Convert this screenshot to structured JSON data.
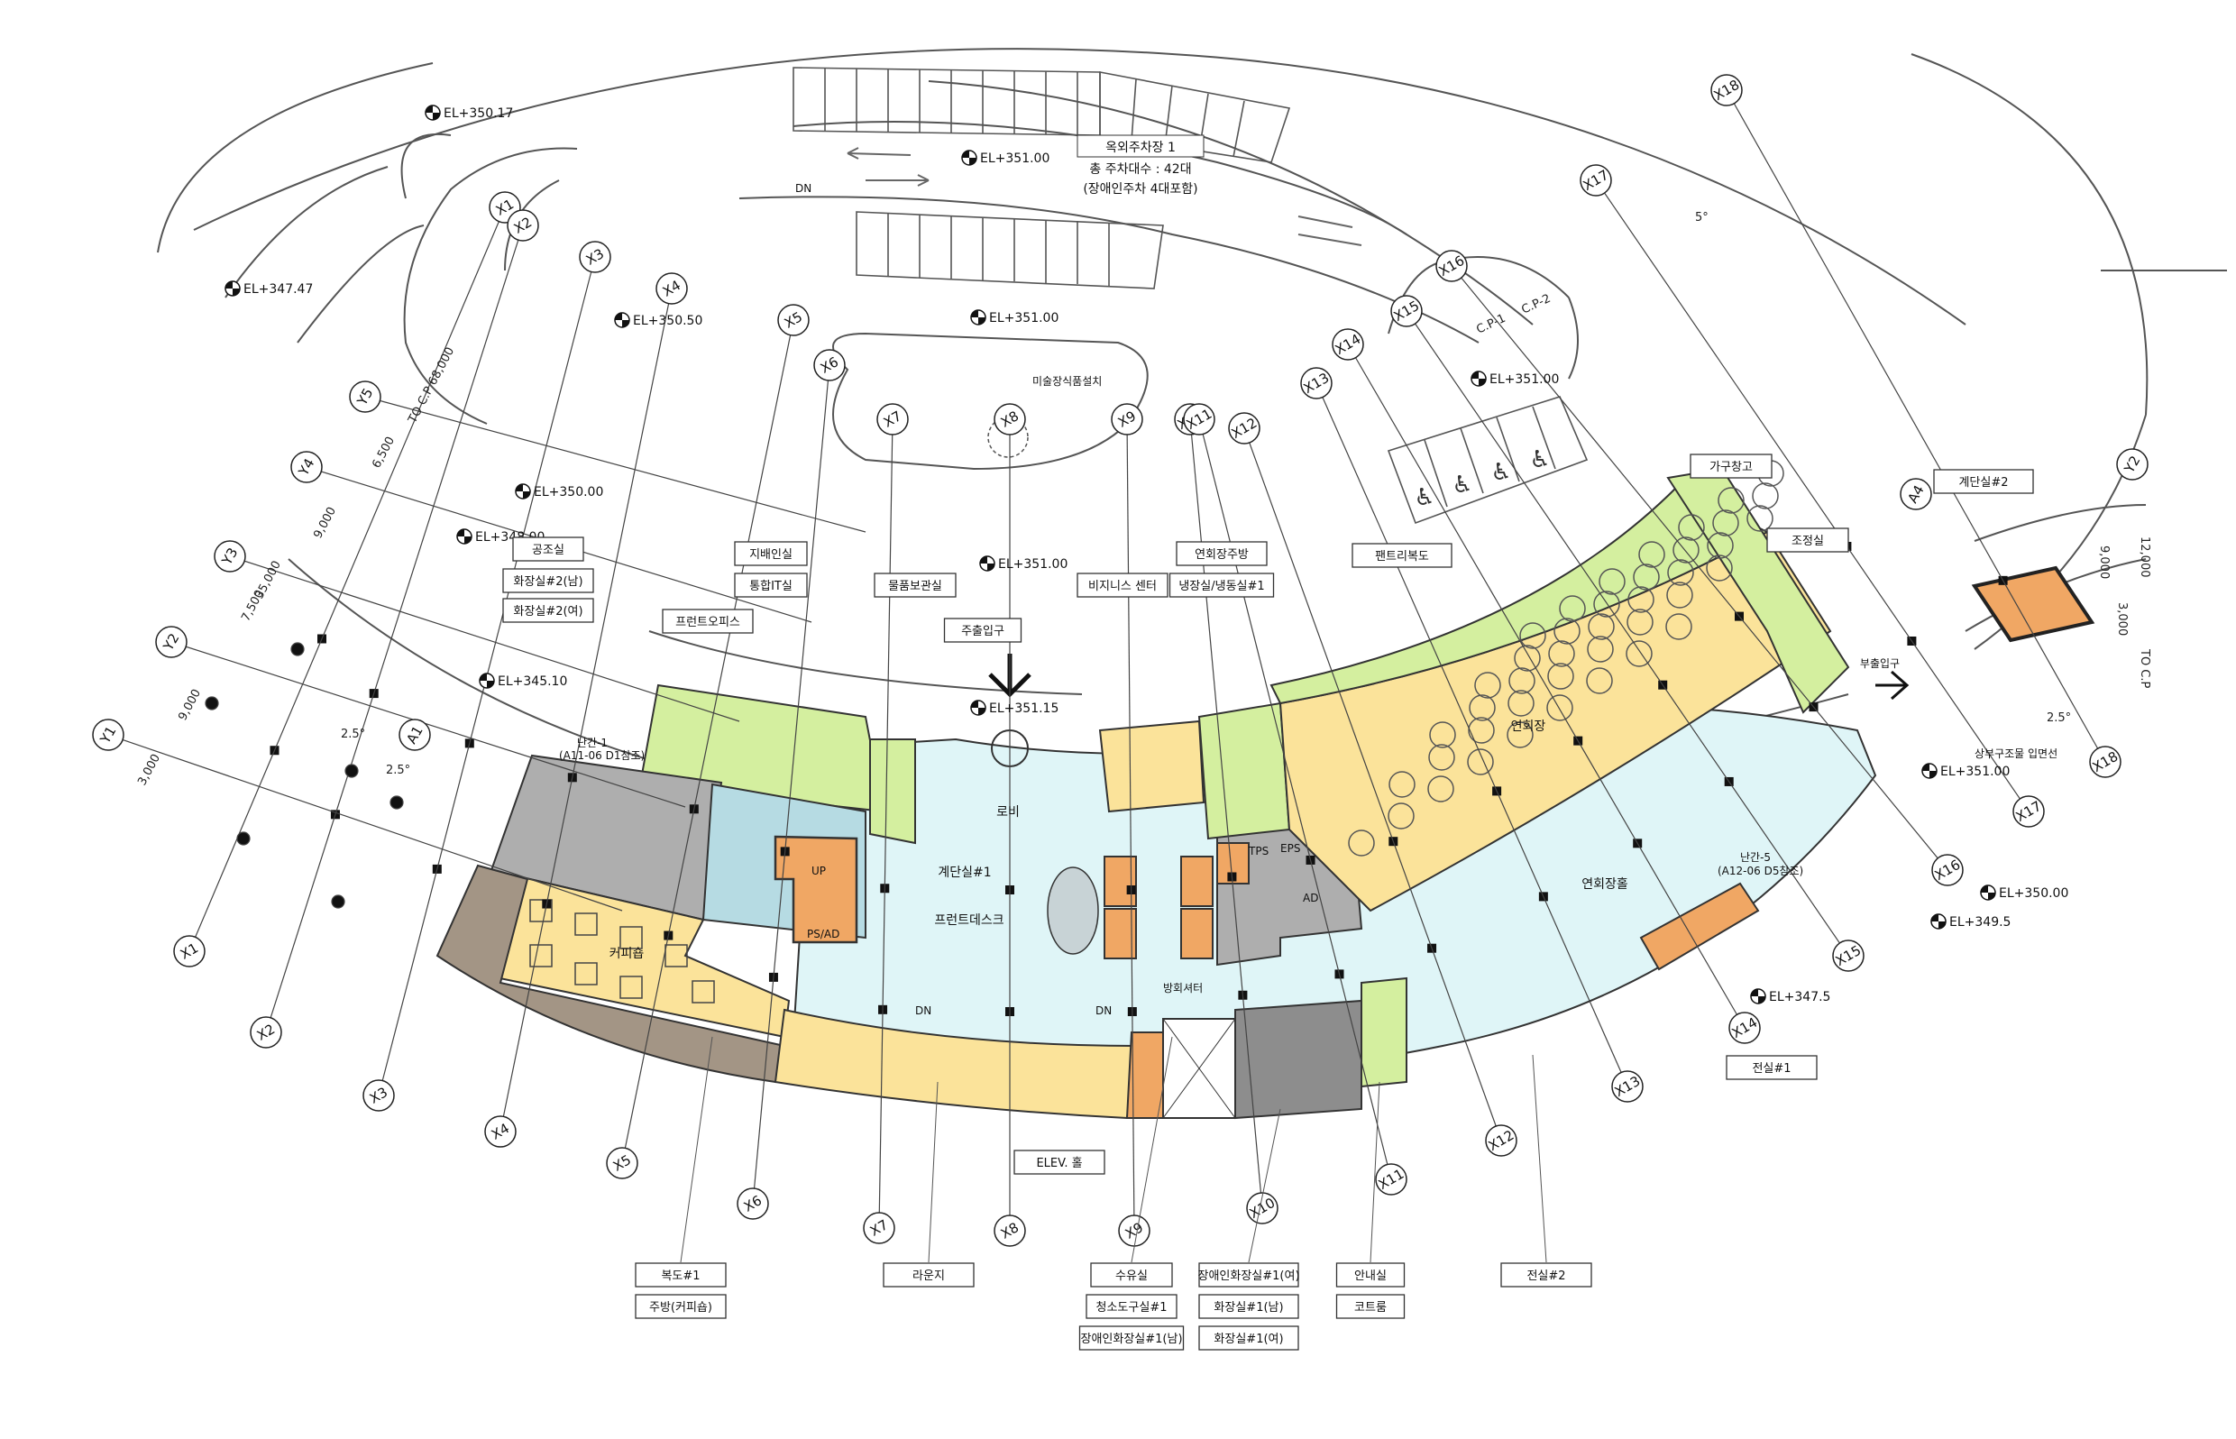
{
  "parking": {
    "title": "옥외주차장 1",
    "total": "총 주차대수 : 42대",
    "accessible": "(장애인주차 4대포함)",
    "dn": "DN",
    "art": "미술장식품설치"
  },
  "elevations": {
    "e1": "EL+350.17",
    "e2": "EL+351.00",
    "e3": "EL+347.47",
    "e4": "EL+350.50",
    "e5": "EL+351.00",
    "e6": "EL+351.00",
    "e7": "EL+350.00",
    "e8": "EL+348.00",
    "e9": "EL+351.00",
    "e10": "EL+345.10",
    "e11": "EL+351.15",
    "e12": "EL+351.00",
    "e13": "EL+350.00",
    "e14": "EL+349.5",
    "e15": "EL+347.5"
  },
  "axes_x": [
    "X1",
    "X2",
    "X3",
    "X4",
    "X5",
    "X6",
    "X7",
    "X8",
    "X9",
    "X10",
    "X11",
    "X12",
    "X13",
    "X14",
    "X15",
    "X16",
    "X17",
    "X18"
  ],
  "axes_y": [
    "Y1",
    "Y2",
    "Y3",
    "Y4",
    "Y5"
  ],
  "axes_misc": {
    "a1": "A1",
    "a4": "A4",
    "y2r": "Y2",
    "x16r": "X16",
    "x17r": "X17",
    "x18r": "X18"
  },
  "dims": {
    "d1": "3,000",
    "d2": "9,000",
    "d3": "7,500",
    "d4": "35,000",
    "d5": "9,000",
    "d6": "6,500",
    "d7": "TO C.P 68,000",
    "r1": "9,000",
    "r2": "12,000",
    "r3": "3,000",
    "r4": "TO C.P",
    "r5": "2.5°",
    "s1": "2.5°",
    "s2": "2.5°",
    "cp1": "C.P-1",
    "cp2": "C.P-2",
    "deg": "5°"
  },
  "tags": {
    "t1": "공조실",
    "t2": "화장실#2(남)",
    "t3": "화장실#2(여)",
    "t4": "지배인실",
    "t5": "통합IT실",
    "t6": "프런트오피스",
    "t7": "물품보관실",
    "t8": "비지니스 센터",
    "t9": "연회장주방",
    "t10": "냉장실/냉동실#1",
    "t11": "팬트리복도",
    "t12": "가구창고",
    "t13": "조정실",
    "t14": "계단실#2",
    "t15": "주출입구",
    "t16": "전실#1",
    "t17": "ELEV. 홀",
    "b1": "복도#1",
    "b2": "주방(커피숍)",
    "b3": "라운지",
    "b4": "수유실",
    "b5": "청소도구실#1",
    "b6": "장애인화장실#1(남)",
    "b7": "장애인화장실#1(여)",
    "b8": "화장실#1(남)",
    "b9": "화장실#1(여)",
    "b10": "안내실",
    "b11": "코트룸",
    "b12": "전실#2"
  },
  "rooms": {
    "lobby": "로비",
    "stair1": "계단실#1",
    "front": "프런트데스크",
    "coffee": "커피숍",
    "banquet": "연회장",
    "hall": "연회장홀",
    "ramp": "부출입구",
    "parkExit": "상부구조물 입면선",
    "railing1": "난간-1",
    "railing1ref": "(A11-06 D1참조)",
    "railing5": "난간-5",
    "railing5ref": "(A12-06 D5참조)",
    "ps": "PS/AD",
    "eps": "EPS",
    "tps": "TPS",
    "ad": "AD",
    "dn": "DN",
    "up": "UP",
    "bang": "방회셔터",
    "elev": "엘리베이터"
  },
  "colors": {
    "green": "#d4ef9f",
    "yellow": "#fbe39a",
    "lightblue": "#dff5f7",
    "gray": "#aeaeae",
    "darkgray": "#8d8d8d",
    "brown": "#a39585",
    "orange": "#f0a764",
    "blue": "#b6dbe3"
  }
}
